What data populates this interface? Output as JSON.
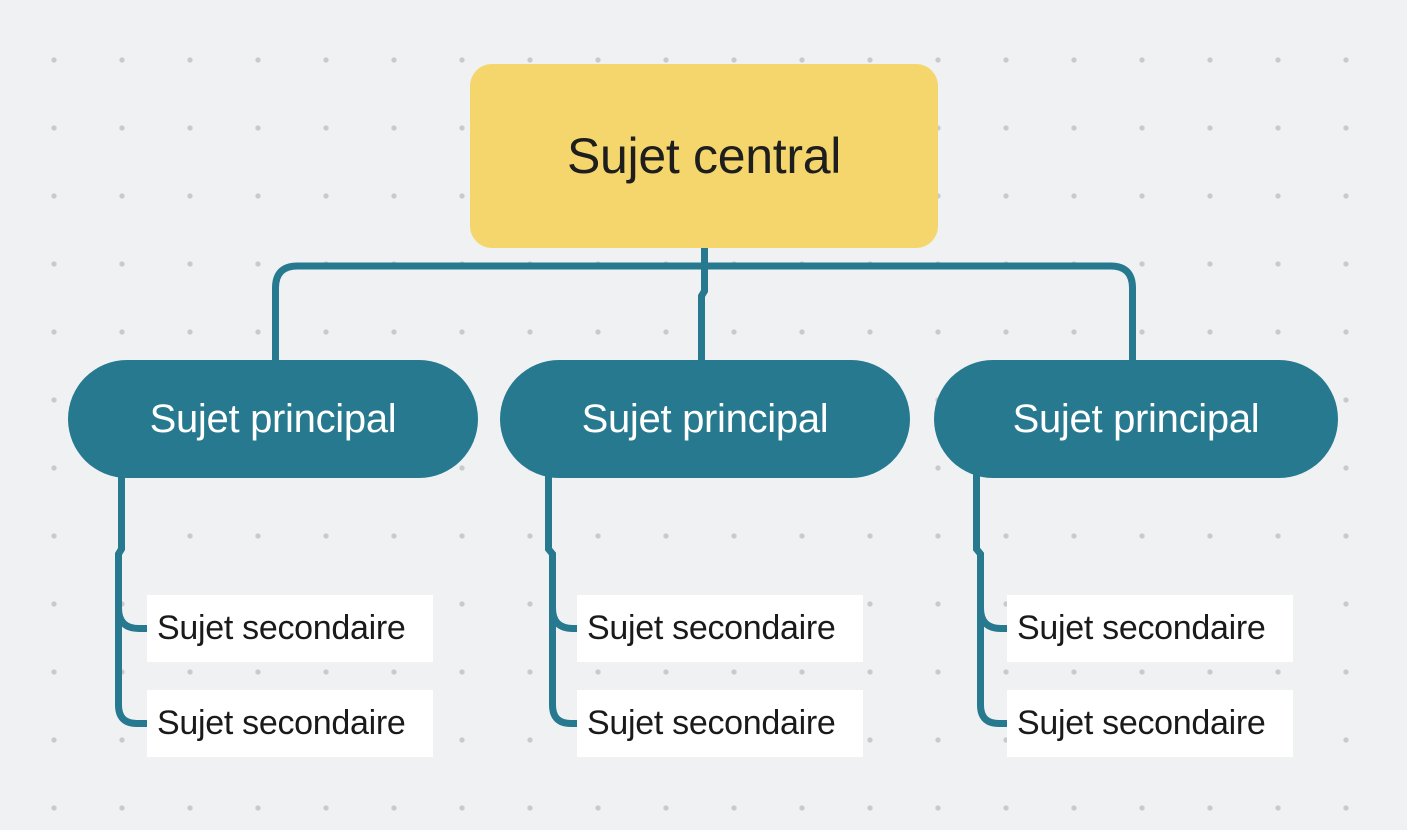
{
  "colors": {
    "background": "#f0f1f3",
    "dot": "#c8cad0",
    "connector": "#26798f",
    "central_fill": "#f5d66c",
    "central_text": "#1e1e1e",
    "branch_fill": "#26798f",
    "branch_text": "#ffffff",
    "subtopic_fill": "#ffffff",
    "subtopic_text": "#1a1a1a"
  },
  "diagram": {
    "central": {
      "label": "Sujet central"
    },
    "branches": [
      {
        "label": "Sujet principal",
        "children": [
          {
            "label": "Sujet secondaire"
          },
          {
            "label": "Sujet secondaire"
          }
        ]
      },
      {
        "label": "Sujet principal",
        "children": [
          {
            "label": "Sujet secondaire"
          },
          {
            "label": "Sujet secondaire"
          }
        ]
      },
      {
        "label": "Sujet principal",
        "children": [
          {
            "label": "Sujet secondaire"
          },
          {
            "label": "Sujet secondaire"
          }
        ]
      }
    ]
  }
}
